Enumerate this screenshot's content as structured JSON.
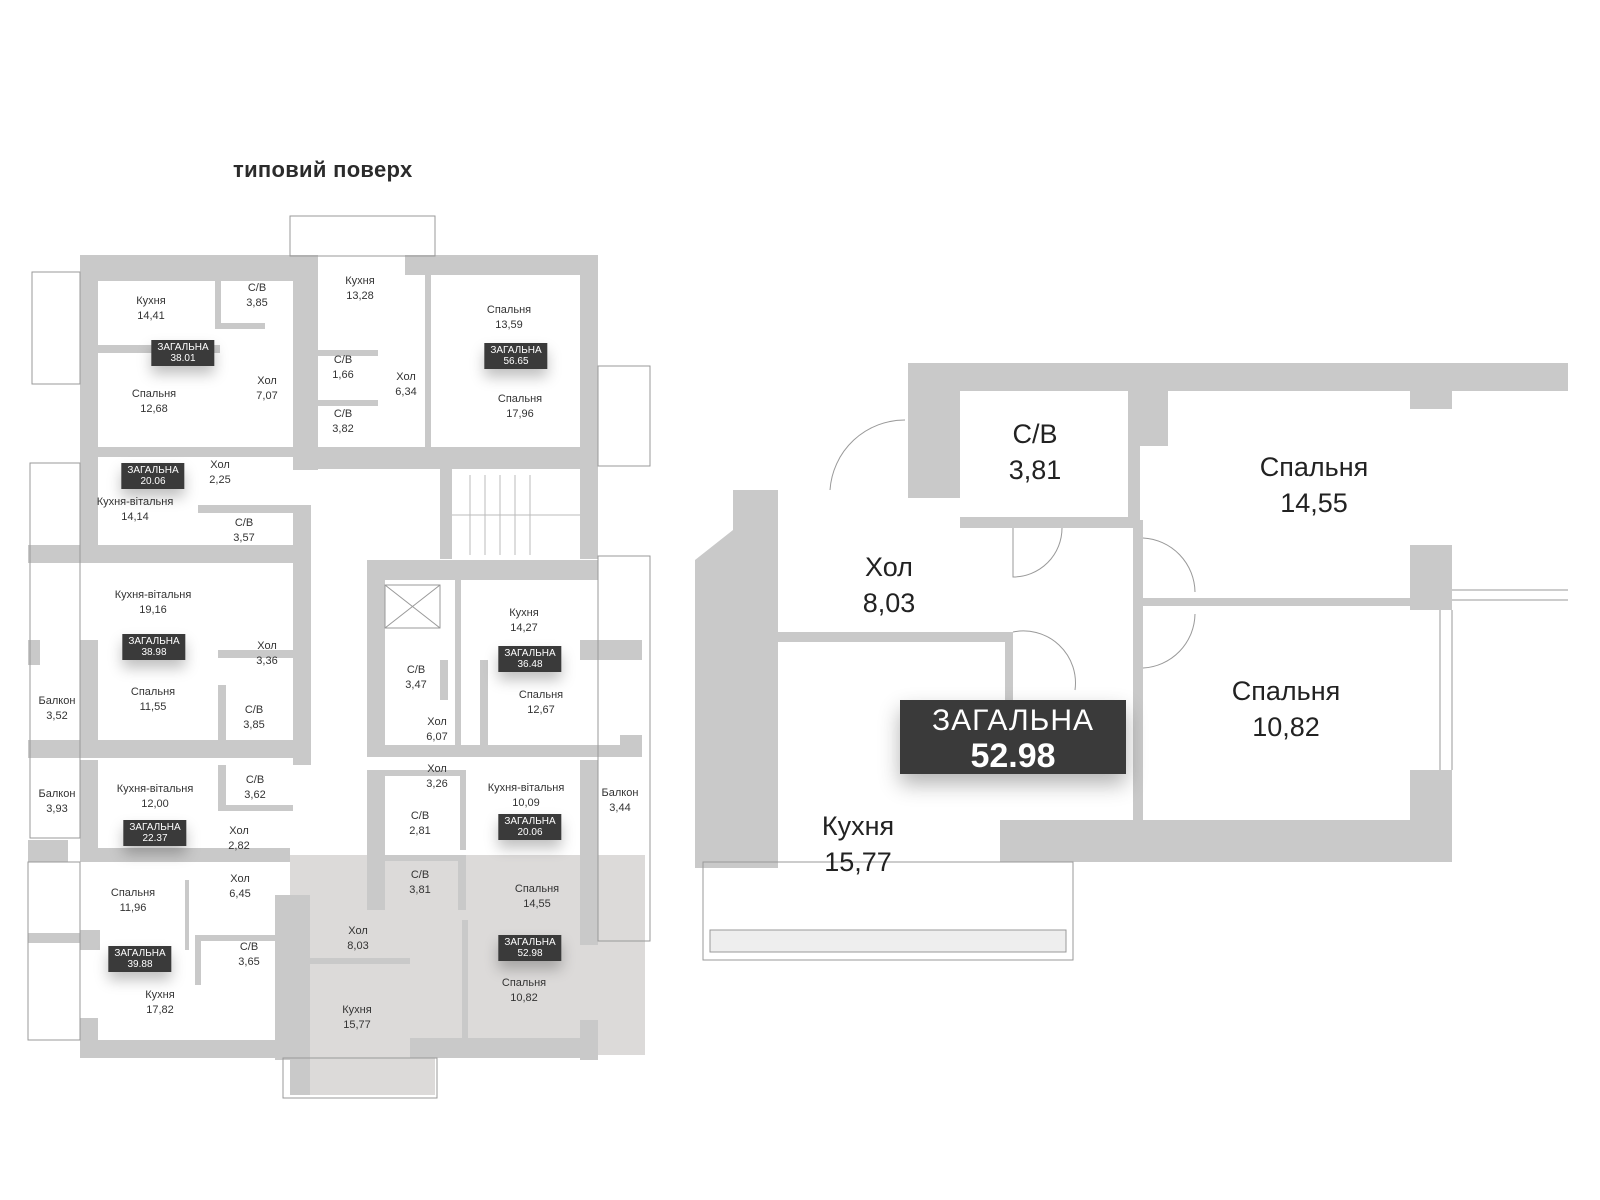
{
  "title": "типовий поверх",
  "total_label": "ЗАГАЛЬНА",
  "floor_rooms": [
    {
      "name": "Кухня",
      "area": "14,41"
    },
    {
      "name": "С/В",
      "area": "3,85"
    },
    {
      "name": "Кухня",
      "area": "13,28"
    },
    {
      "name": "Спальня",
      "area": "13,59"
    },
    {
      "name": "Спальня",
      "area": "12,68"
    },
    {
      "name": "Хол",
      "area": "7,07"
    },
    {
      "name": "С/В",
      "area": "1,66"
    },
    {
      "name": "Хол",
      "area": "6,34"
    },
    {
      "name": "С/В",
      "area": "3,82"
    },
    {
      "name": "Спальня",
      "area": "17,96"
    },
    {
      "name": "Хол",
      "area": "2,25"
    },
    {
      "name": "Кухня-вітальня",
      "area": "14,14"
    },
    {
      "name": "С/В",
      "area": "3,57"
    },
    {
      "name": "Кухня-вітальня",
      "area": "19,16"
    },
    {
      "name": "Хол",
      "area": "3,36"
    },
    {
      "name": "Спальня",
      "area": "11,55"
    },
    {
      "name": "Балкон",
      "area": "3,52"
    },
    {
      "name": "С/В",
      "area": "3,85"
    },
    {
      "name": "С/В",
      "area": "3,47"
    },
    {
      "name": "Кухня",
      "area": "14,27"
    },
    {
      "name": "Спальня",
      "area": "12,67"
    },
    {
      "name": "Хол",
      "area": "6,07"
    },
    {
      "name": "Хол",
      "area": "3,26"
    },
    {
      "name": "Кухня-вітальня",
      "area": "12,00"
    },
    {
      "name": "С/В",
      "area": "3,62"
    },
    {
      "name": "Балкон",
      "area": "3,93"
    },
    {
      "name": "Кухня-вітальня",
      "area": "10,09"
    },
    {
      "name": "Балкон",
      "area": "3,44"
    },
    {
      "name": "Хол",
      "area": "2,82"
    },
    {
      "name": "С/В",
      "area": "2,81"
    },
    {
      "name": "Спальня",
      "area": "11,96"
    },
    {
      "name": "Хол",
      "area": "6,45"
    },
    {
      "name": "С/В",
      "area": "3,65"
    },
    {
      "name": "Кухня",
      "area": "17,82"
    },
    {
      "name": "С/В",
      "area": "3,81"
    },
    {
      "name": "Спальня",
      "area": "14,55"
    },
    {
      "name": "Хол",
      "area": "8,03"
    },
    {
      "name": "Спальня",
      "area": "10,82"
    },
    {
      "name": "Кухня",
      "area": "15,77"
    }
  ],
  "floor_totals": [
    "38.01",
    "56.65",
    "20.06",
    "38.98",
    "36.48",
    "22.37",
    "20.06",
    "39.88",
    "52.98"
  ],
  "selected_apartment": {
    "total": "52.98",
    "rooms": [
      {
        "name": "С/В",
        "area": "3,81"
      },
      {
        "name": "Спальня",
        "area": "14,55"
      },
      {
        "name": "Хол",
        "area": "8,03"
      },
      {
        "name": "Спальня",
        "area": "10,82"
      },
      {
        "name": "Кухня",
        "area": "15,77"
      }
    ]
  },
  "colors": {
    "wall": "#c9c9c9",
    "highlight": "#dcdad9",
    "badge": "#3a3a3a"
  }
}
